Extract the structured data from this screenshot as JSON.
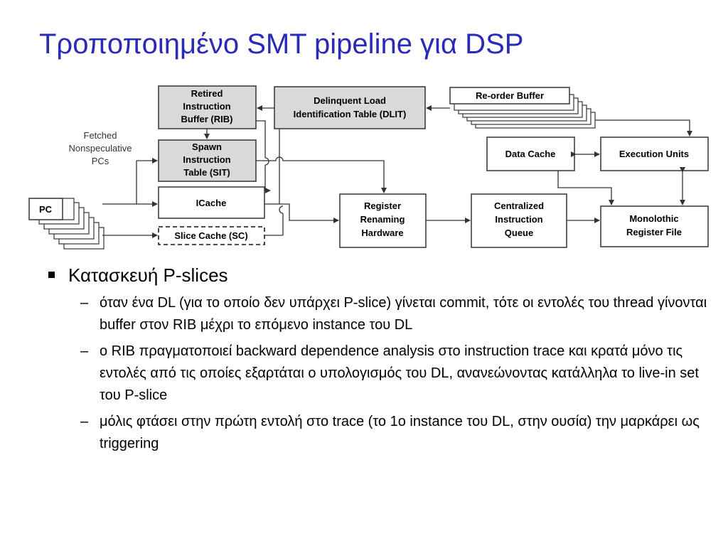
{
  "slide": {
    "title": "Τροποποιημένο SMT pipeline για DSP"
  },
  "diagram": {
    "nodes": {
      "rib": [
        "Retired",
        "Instruction",
        "Buffer (RIB)"
      ],
      "dlit": [
        "Delinquent Load",
        "Identification Table (DLIT)"
      ],
      "rob": [
        "Re-order Buffer"
      ],
      "sit": [
        "Spawn",
        "Instruction",
        "Table (SIT)"
      ],
      "icache": [
        "ICache"
      ],
      "slice_cache": [
        "Slice Cache (SC)"
      ],
      "rrh": [
        "Register",
        "Renaming",
        "Hardware"
      ],
      "ciq": [
        "Centralized",
        "Instruction",
        "Queue"
      ],
      "dcache": [
        "Data Cache"
      ],
      "eu": [
        "Execution Units"
      ],
      "mrf": [
        "Monolothic",
        "Register File"
      ],
      "pc": [
        "PC"
      ]
    },
    "labels": {
      "fetched": [
        "Fetched",
        "Nonspeculative",
        "PCs"
      ]
    }
  },
  "content": {
    "main_bullet": "Κατασκευή P-slices",
    "dash": "–",
    "sub_bullets": [
      "όταν ένα DL (για το οποίο δεν υπάρχει P-slice) γίνεται commit, τότε οι εντολές του thread γίνονται buffer στον RIB μέχρι το επόμενο instance του DL",
      "ο RIB πραγματοποιεί backward dependence analysis στο instruction trace και κρατά μόνο τις εντολές από τις οποίες εξαρτάται ο υπολογισμός του DL, ανανεώνοντας κατάλληλα το live-in set του P-slice",
      "μόλις φτάσει στην πρώτη εντολή στο trace (το 1ο instance του DL, στην ουσία) την μαρκάρει ως triggering"
    ]
  }
}
